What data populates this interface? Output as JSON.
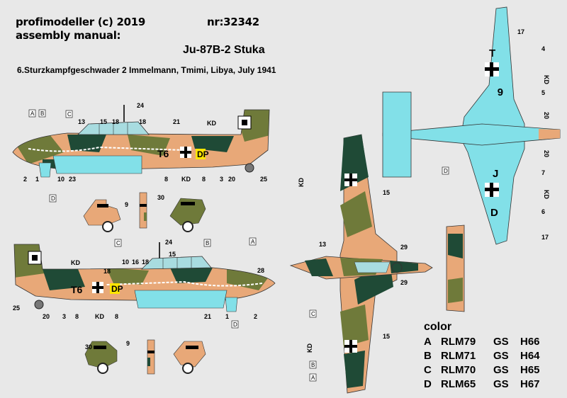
{
  "header": {
    "publisher": "profimodeller (c) 2019",
    "number": "nr:32342",
    "subtitle": "assembly manual:",
    "aircraft": "Ju-87B-2 Stuka",
    "unit": "6.Sturzkampfgeschwader 2 Immelmann, Tmimi, Libya, July 1941"
  },
  "callouts": {
    "n2": "2",
    "n1": "1",
    "n10": "10",
    "n23": "23",
    "n13": "13",
    "n15": "15",
    "n18": "18",
    "n24": "24",
    "n21": "21",
    "n8": "8",
    "n3": "3",
    "n20": "20",
    "n25": "25",
    "n9": "9",
    "n30": "30",
    "n16": "16",
    "n28": "28",
    "n4": "4",
    "n5": "5",
    "n6": "6",
    "n7": "7",
    "n17": "17",
    "n29": "29",
    "kd": "KD"
  },
  "letters": {
    "a": "A",
    "b": "B",
    "c": "C",
    "d": "D"
  },
  "codes": {
    "left_code": "T6",
    "right_code": "DP",
    "code_t": "T",
    "code_6": "6",
    "code_j": "J",
    "code_d": "D"
  },
  "legend": {
    "heading": "color",
    "rows": [
      {
        "letter": "A",
        "rlm": "RLM79",
        "gs": "GS",
        "h": "H66"
      },
      {
        "letter": "B",
        "rlm": "RLM71",
        "gs": "GS",
        "h": "H64"
      },
      {
        "letter": "C",
        "rlm": "RLM70",
        "gs": "GS",
        "h": "H65"
      },
      {
        "letter": "D",
        "rlm": "RLM65",
        "gs": "GS",
        "h": "H67"
      }
    ]
  },
  "colors": {
    "sand": "#e8a878",
    "olive": "#6f7a3a",
    "green": "#1f4a36",
    "blue": "#82e0e8",
    "background": "#e8e8e8"
  }
}
